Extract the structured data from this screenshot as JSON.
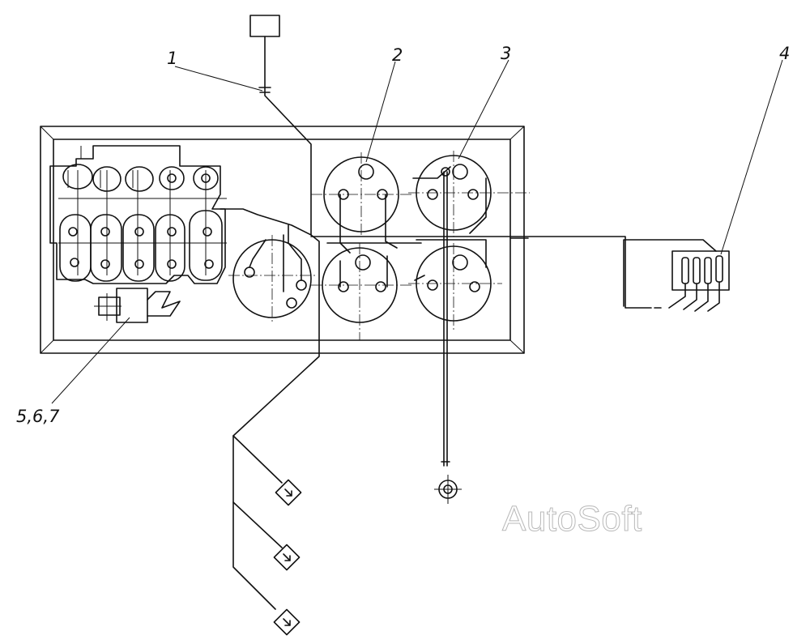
{
  "callouts": [
    {
      "id": "1",
      "text": "1"
    },
    {
      "id": "2",
      "text": "2"
    },
    {
      "id": "3",
      "text": "3"
    },
    {
      "id": "4",
      "text": "4"
    },
    {
      "id": "567",
      "text": "5,6,7"
    }
  ],
  "watermark": "AutoSoft"
}
